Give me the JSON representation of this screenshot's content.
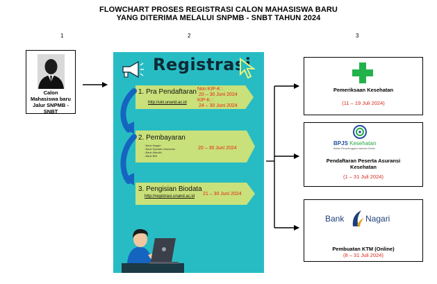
{
  "title": {
    "line1": "FLOWCHART PROSES REGISTRASI CALON MAHASISWA BARU",
    "line2": "YANG DITERIMA MELALUI SNPMB - SNBT TAHUN 2024"
  },
  "columns": [
    "1",
    "2",
    "3"
  ],
  "applicant": {
    "label_lines": [
      "Calon",
      "Mahasiswa baru",
      "Jalur SNPMB -",
      "SNBT"
    ]
  },
  "registrasi": {
    "heading": "Registrasi",
    "steps": [
      {
        "title": "1. Pra Pendaftaran",
        "url": "http://ukt.unand.ac.id",
        "notes": [
          "Non KIP-K :",
          "20 – 30 Juni 2024",
          "KIP-K :",
          "24 – 30 Juni 2024"
        ]
      },
      {
        "title": "2. Pembayaran",
        "banks": [
          "- Bank Nagari",
          "- Bank Syariah Indonesia",
          "- Bank Mandiri",
          "- Bank BNI"
        ],
        "date": "20 – 30 Juni 2024"
      },
      {
        "title": "3. Pengisian Biodata",
        "url": "http://registrasi.unand.ac.id",
        "date": "21 – 30 Juni 2024"
      }
    ]
  },
  "outcomes": [
    {
      "title": "Pemeriksaan Kesehatan",
      "date": "(11 – 19 Juli 2024)",
      "icon": "green-cross-icon"
    },
    {
      "title_lines": [
        "Pendaftaran Peserta Asuransi",
        "Kesehatan"
      ],
      "date": "(1 – 31 Juli 2024)",
      "logo_text": "BPJS",
      "logo_text2": "Kesehatan",
      "logo_sub": "Badan Penyelenggara Jaminan Sosial"
    },
    {
      "title": "Pembuatan KTM (Online)",
      "date": "(8 – 31 Juli 2024)",
      "logo_text": "Bank",
      "logo_text2": "Nagari"
    }
  ],
  "colors": {
    "poster_bg": "#27bcc4",
    "banner": "#c9e17a",
    "arrow_blue": "#1565c0",
    "red": "#d9261c",
    "cross_green": "#22b24c"
  }
}
